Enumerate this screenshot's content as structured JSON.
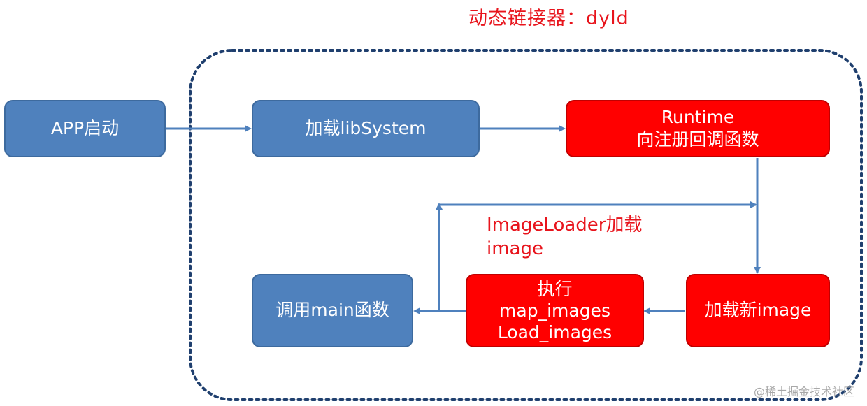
{
  "title": "动态链接器：dyld",
  "nodes": {
    "app_start": "APP启动",
    "load_libsystem": "加载libSystem",
    "runtime_line1": "Runtime",
    "runtime_line2": "向注册回调函数",
    "load_new_image": "加载新image",
    "exec_line1": "执行",
    "exec_line2": "map_images",
    "exec_line3": "Load_images",
    "call_main": "调用main函数"
  },
  "loop_label": {
    "line1": "ImageLoader加载",
    "line2": "image"
  },
  "watermark": "@稀土掘金技术社区",
  "colors": {
    "blue_node": "#4f81bd",
    "red_node": "#ff0000",
    "arrow": "#4f81bd",
    "dotted_border": "#1f3f6e",
    "title_text": "#e8141c"
  }
}
